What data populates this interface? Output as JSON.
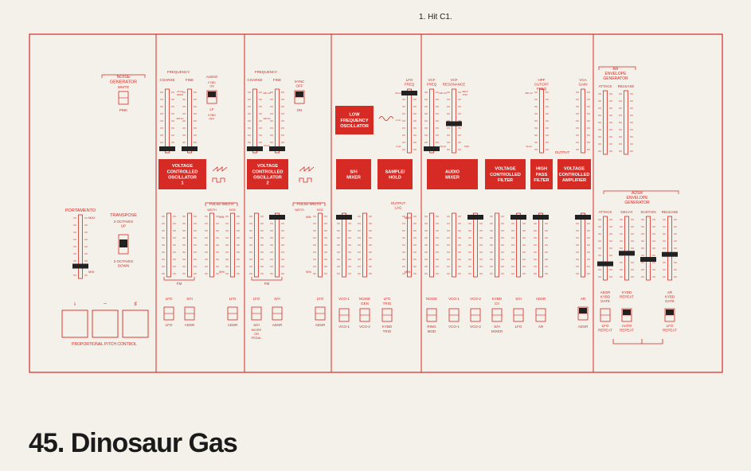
{
  "page": {
    "instruction": "1. Hit C1.",
    "patch_title": "45. Dinosaur Gas"
  },
  "panel": {
    "noise_generator": {
      "title": [
        "NOISE",
        "GENERATOR"
      ],
      "white": "WHITE",
      "pink": "PINK"
    },
    "portamento": {
      "title": "PORTAMENTO",
      "max": "MAX",
      "min": "MIN",
      "level": 0.15
    },
    "transpose": {
      "title": "TRANSPOSE",
      "up": [
        "2 OCTAVES",
        "UP"
      ],
      "down": [
        "2 OCTAVES",
        "DOWN"
      ]
    },
    "pitch_control": {
      "label": "PROPORTIONAL PITCH CONTROL",
      "glyphs": [
        "♭",
        "~",
        "♯"
      ]
    },
    "vco1": {
      "frequency": "FREQUENCY",
      "coarse": "COARSE",
      "fine": "FINE",
      "audio": "AUDIO",
      "kybd_on": [
        "KYBD",
        "ON"
      ],
      "lf": "LF",
      "kybd_off": [
        "KYBD",
        "OFF"
      ],
      "zero_hz": [
        "20 Hz",
        "ZERO"
      ],
      "two_k": "2K Hz",
      "two_hundred": "200 Hz",
      "pulse_width": "PULSE WIDTH",
      "width": "WIDTH",
      "mod": "MOD",
      "min": "MIN",
      "fifty": "50%",
      "fm": "FM",
      "block": [
        "VOLTAGE",
        "CONTROLLED",
        "OSCILLATOR",
        "1"
      ],
      "bottom_top": [
        "LFO",
        "S/H",
        "LFO"
      ],
      "bottom_bottom": [
        "LFO",
        "ADSR",
        "ADSR"
      ],
      "coarse_level": 0.0,
      "fine_level": 0.0
    },
    "vco2": {
      "frequency": "FREQUENCY",
      "coarse": "COARSE",
      "fine": "FINE",
      "sync": [
        "SYNC",
        "OFF"
      ],
      "on": "ON",
      "ten_k": "10K Hz",
      "hundred": "100 Hz",
      "twenty": "20 Hz",
      "pulse_width": "PULSE WIDTH",
      "width": "WIDTH",
      "mod": "MOD",
      "min": "MIN",
      "fifty": "50%",
      "fm": "FM",
      "block": [
        "VOLTAGE",
        "CONTROLLED",
        "OSCILLATOR",
        "2"
      ],
      "bottom_top": [
        "LFO",
        "S/H",
        "LFO"
      ],
      "bottom_bottom": [
        "S/H",
        "ADSR",
        "ADSR"
      ],
      "sub_label": [
        "MIXER",
        "OR",
        "PEDAL"
      ],
      "coarse_level": 0.0,
      "fine_level": 0.0
    },
    "lfo": {
      "block": [
        "LOW",
        "FREQUENCY",
        "OSCILLATOR"
      ],
      "freq": [
        "LFO",
        "FREQ"
      ],
      "hi": "20 Hz",
      "mid": "2 Hz",
      "lo": ".2 Hz",
      "level": 1.0
    },
    "sh": {
      "mixer_block": [
        "S/H",
        "MIXER"
      ],
      "sample_block": [
        "SAMPLE/",
        "HOLD"
      ],
      "output_lag": [
        "OUTPUT",
        "LAG"
      ],
      "max": "MAX",
      "min": "MIN",
      "bottom_top": [
        "VCO-1",
        "NOISE",
        "LFO"
      ],
      "bottom_mid": [
        "",
        "GEN",
        "TRIG"
      ],
      "bottom_bottom": [
        "VCO-1",
        "VCO-2",
        "KYBD"
      ],
      "bottom_bottom2": [
        "",
        "",
        "TRIG"
      ]
    },
    "mixer": {
      "vcf_freq": [
        "VCF",
        "FREQ"
      ],
      "vcf_res": [
        "VCF",
        "RESONANCE"
      ],
      "ten_k": "10K Hz",
      "self_osc": [
        "SELF",
        "OSC"
      ],
      "sixteen": "16 Hz",
      "min": "MIN",
      "block": [
        "AUDIO",
        "MIXER"
      ],
      "vcf_block": [
        "VOLTAGE",
        "CONTROLLED",
        "FILTER"
      ],
      "hpf_block": [
        "HIGH",
        "PASS",
        "FILTER"
      ],
      "top_labels": [
        "NOISE",
        "VCO-1",
        "VCO-2",
        "KYBD",
        "S/H",
        "ADSR"
      ],
      "top_labels2": [
        "",
        "",
        "",
        "CV",
        "",
        ""
      ],
      "bottom_labels": [
        "RING",
        "VCO-1",
        "VCO-2",
        "S/H",
        "LFO",
        "AR"
      ],
      "bottom_labels2": [
        "MOD",
        "",
        "",
        "MIXER",
        "",
        ""
      ],
      "vcf_level": 0.0,
      "res_level": 0.45
    },
    "vca": {
      "hpf_cutoff": [
        "HPF",
        "CUTOFF",
        "FREQ"
      ],
      "sixteen_k": "16K Hz",
      "sixteen": "16 Hz",
      "gain": [
        "VCA",
        "GAIN"
      ],
      "output": "OUTPUT",
      "block": [
        "VOLTAGE",
        "CONTROLLED",
        "AMPLIFIER"
      ],
      "top": "AR",
      "bottom": "ADSR"
    },
    "envelopes": {
      "ar_title": [
        "AR",
        "ENVELOPE",
        "GENERATOR"
      ],
      "attack": "ATTACK",
      "release": "RELEASE",
      "adsr_title": [
        "ADSR",
        "ENVELOPE",
        "GENERATOR"
      ],
      "adsr_labels": [
        "ATTACK",
        "DECAY",
        "SUSTAIN",
        "RELEASE"
      ],
      "adsr_levels": [
        0.22,
        0.41,
        0.3,
        0.39
      ],
      "adsr_gate": [
        "ADSR",
        "KYBD",
        "GATE"
      ],
      "kybd_repeat": [
        "KYBD",
        "REPEAT"
      ],
      "ar_gate": [
        "AR",
        "KYBD",
        "GATE"
      ],
      "lfo_repeat": [
        "LFO",
        "REPEAT"
      ],
      "auto_repeat": [
        "AUTO",
        "REPEAT"
      ],
      "lfo_repeat2": [
        "LFO",
        "REPEAT"
      ]
    }
  }
}
